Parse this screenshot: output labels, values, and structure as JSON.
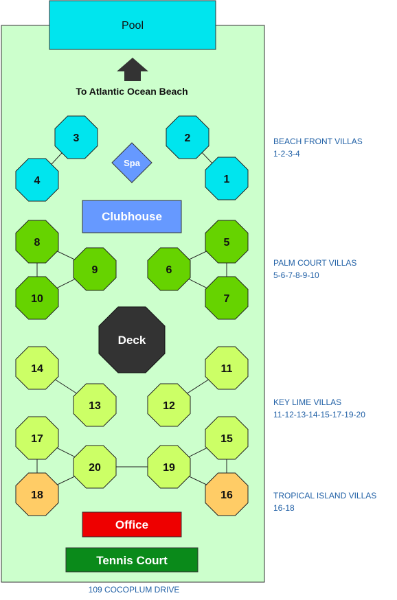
{
  "title": "",
  "pool": "Pool",
  "beach_label": "To Atlantic Ocean Beach",
  "spa": "Spa",
  "clubhouse": "Clubhouse",
  "deck": "Deck",
  "office": "Office",
  "tennis": "Tennis Court",
  "address": "109 COCOPLUM DRIVE",
  "groups": [
    {
      "name": "BEACH FRONT VILLAS",
      "villas": "1-2-3-4"
    },
    {
      "name": "PALM COURT VILLAS",
      "villas": "5-6-7-8-9-10"
    },
    {
      "name": "KEY LIME VILLAS",
      "villas": "11-12-13-14-15-17-19-20"
    },
    {
      "name": "TROPICAL ISLAND VILLAS",
      "villas": "16-18"
    }
  ],
  "villas": [
    {
      "num": "1",
      "color": "#00e5ee"
    },
    {
      "num": "2",
      "color": "#00e5ee"
    },
    {
      "num": "3",
      "color": "#00e5ee"
    },
    {
      "num": "4",
      "color": "#00e5ee"
    },
    {
      "num": "5",
      "color": "#66d300"
    },
    {
      "num": "6",
      "color": "#66d300"
    },
    {
      "num": "7",
      "color": "#66d300"
    },
    {
      "num": "8",
      "color": "#66d300"
    },
    {
      "num": "9",
      "color": "#66d300"
    },
    {
      "num": "10",
      "color": "#66d300"
    },
    {
      "num": "11",
      "color": "#ccff66"
    },
    {
      "num": "12",
      "color": "#ccff66"
    },
    {
      "num": "13",
      "color": "#ccff66"
    },
    {
      "num": "14",
      "color": "#ccff66"
    },
    {
      "num": "15",
      "color": "#ccff66"
    },
    {
      "num": "16",
      "color": "#ffcc66"
    },
    {
      "num": "17",
      "color": "#ccff66"
    },
    {
      "num": "18",
      "color": "#ffcc66"
    },
    {
      "num": "19",
      "color": "#ccff66"
    },
    {
      "num": "20",
      "color": "#ccff66"
    }
  ],
  "colors": {
    "ground": "#ccffcc",
    "pool": "#00e5ee",
    "spa": "#6699ff",
    "clubhouse": "#6699ff",
    "deck": "#333333",
    "office": "#ee0000",
    "tennis": "#0a8a1a",
    "label_text": "#1f5fa5"
  }
}
